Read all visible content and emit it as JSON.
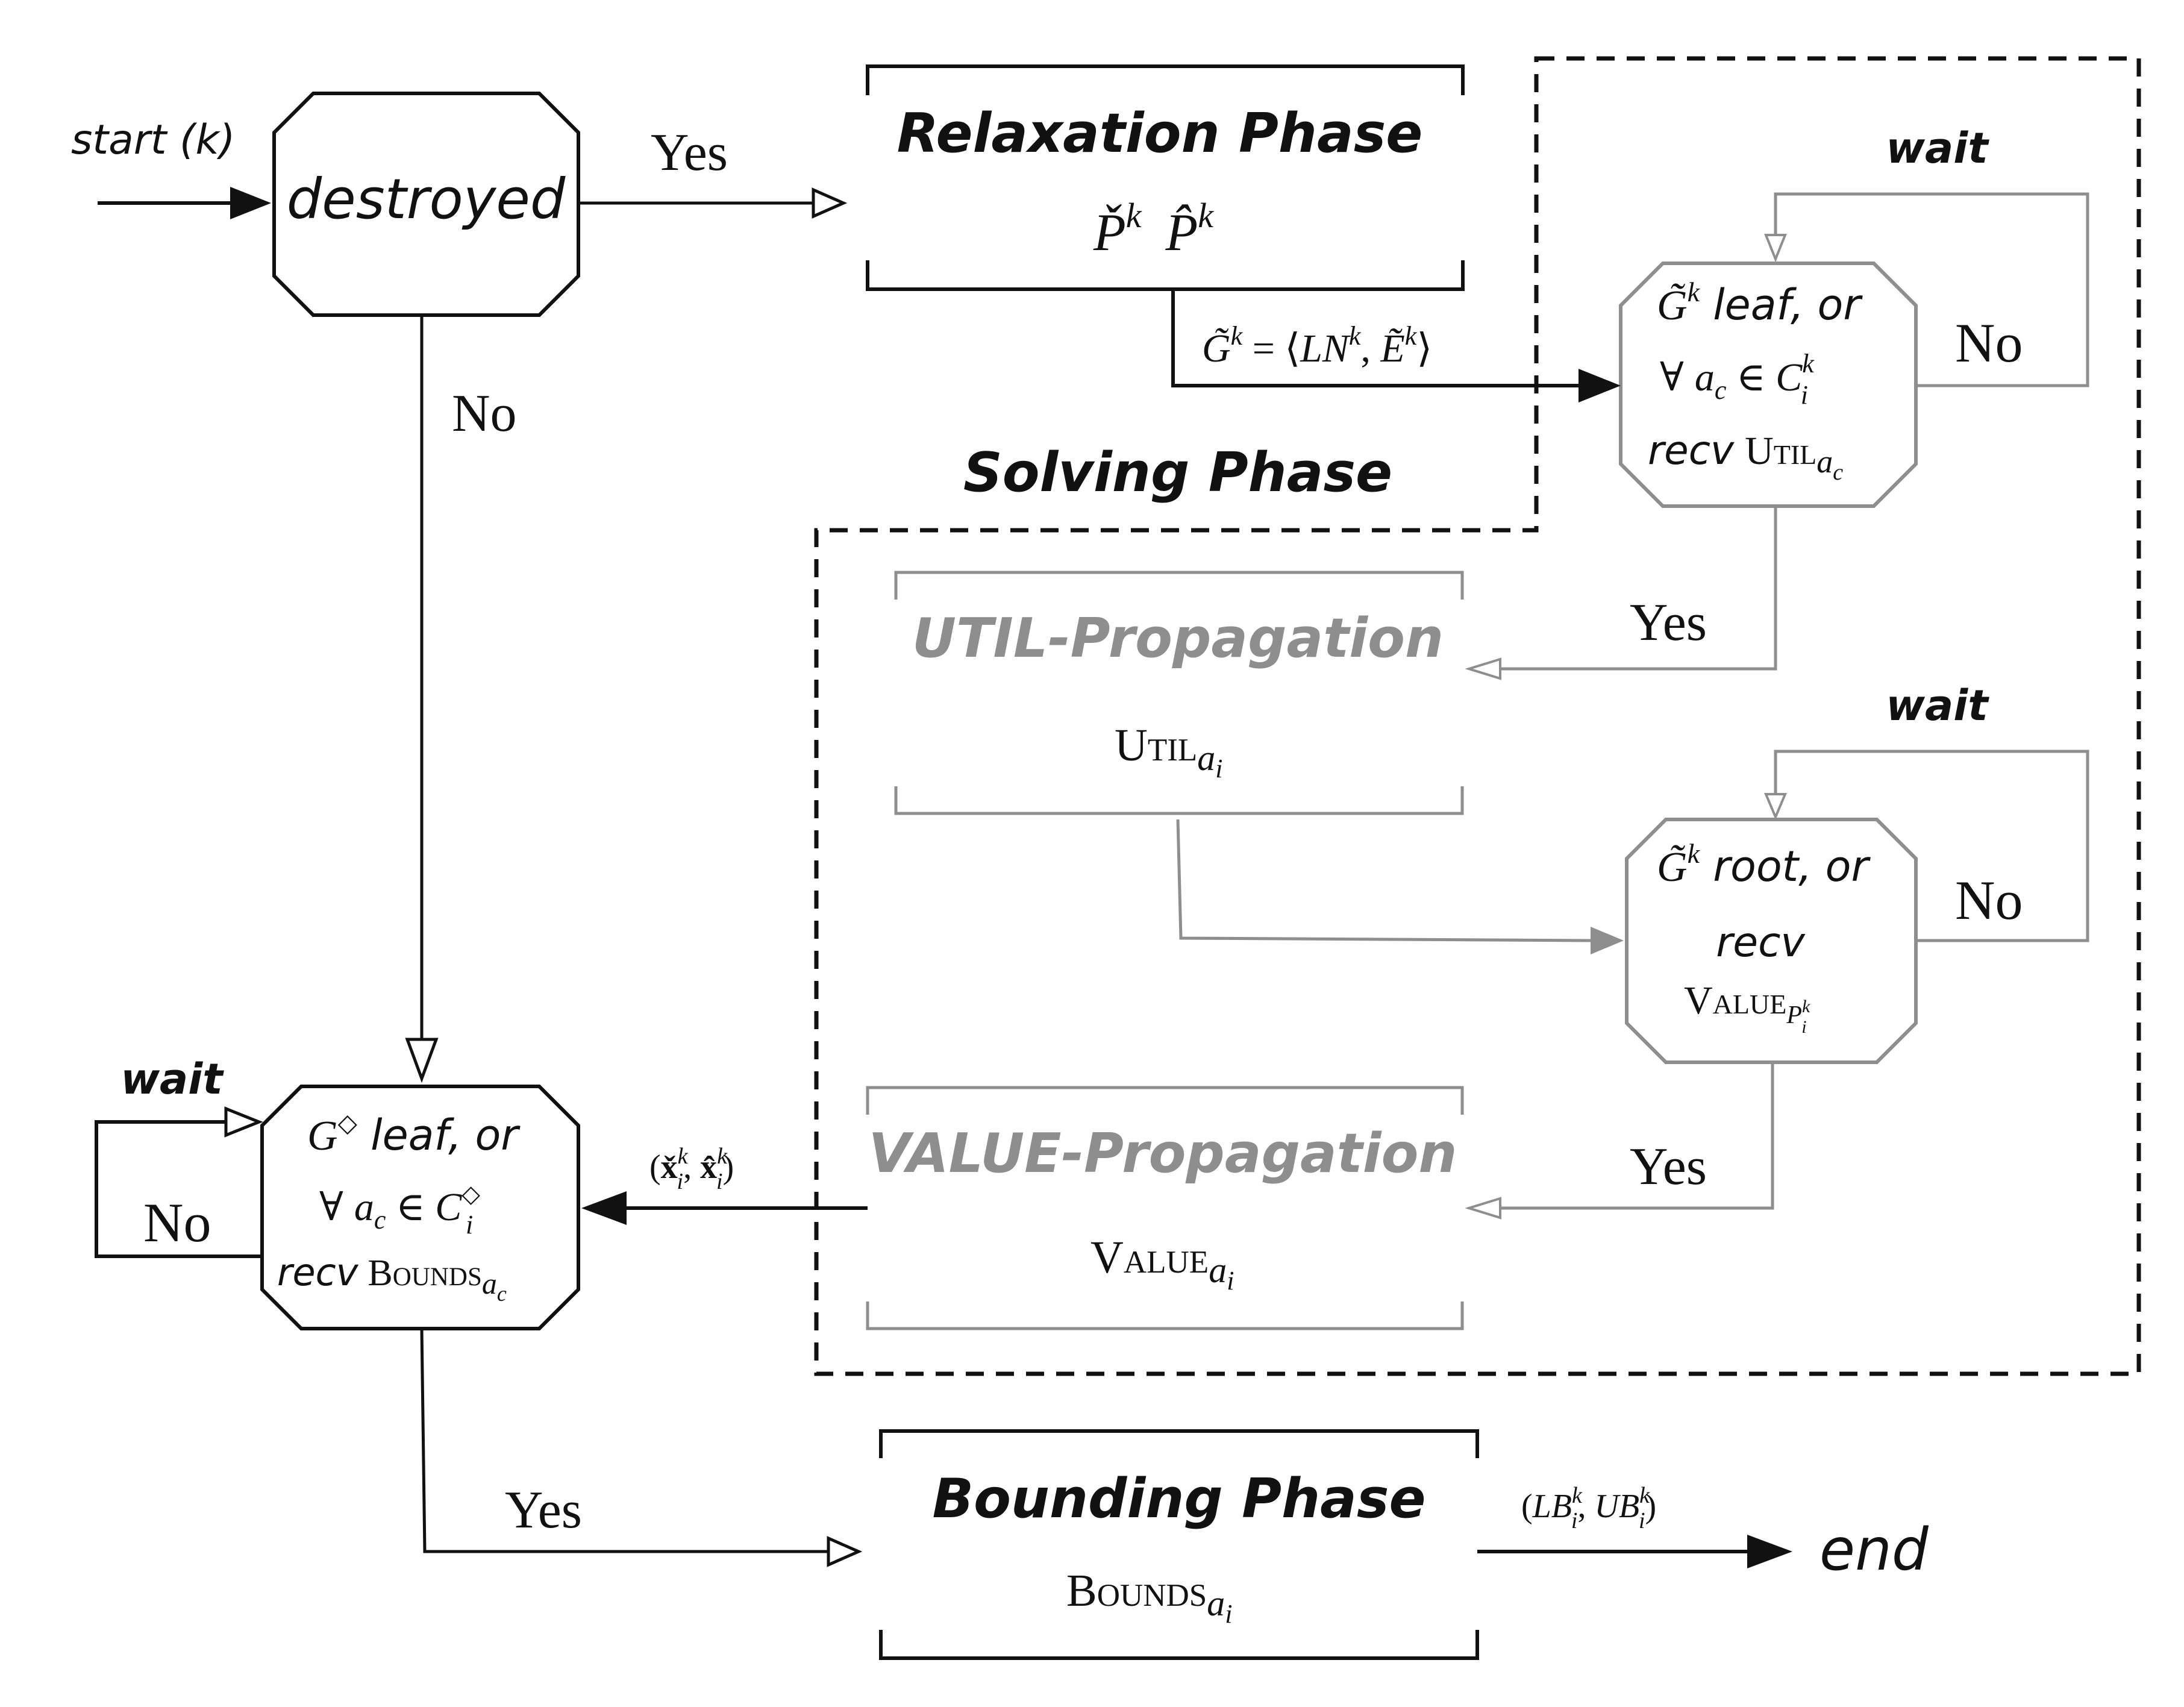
{
  "nodes": {
    "start": {
      "label": "start (k)"
    },
    "destroyed": {
      "label": "destroyed"
    },
    "relaxation": {
      "title": "Relaxation Phase",
      "sym1": "P̌",
      "sym2": "P̂",
      "sup": "k"
    },
    "leaf_check": {
      "g": "G̃",
      "sup_k": "k",
      "line1": " leaf, or",
      "forall": "∀",
      "a": "a",
      "c_sub": "c",
      "in": " ∈ ",
      "C": "C",
      "i_sub": "i",
      "recv": "recv",
      "util": "Util",
      "ac_sub": "c"
    },
    "solving_phase": {
      "title": "Solving Phase"
    },
    "util_prop": {
      "title": "UTIL-Propagation",
      "msg": "Util",
      "sub_a": "a",
      "sub_i": "i"
    },
    "root_check": {
      "g": "G̃",
      "sup_k": "k",
      "line1": "  root, or",
      "recv": "recv",
      "value": "Value",
      "sub_P": "P",
      "sub_sup_k": "k",
      "sub_sub_i": "i"
    },
    "value_prop": {
      "title": "VALUE-Propagation",
      "msg": "Value",
      "sub_a": "a",
      "sub_i": "i"
    },
    "bounds_check": {
      "g": "G",
      "sup_diamond": "◇",
      "line1": "  leaf, or",
      "forall": "∀",
      "a": "a",
      "c_sub": "c",
      "in": " ∈ ",
      "C": "C",
      "i_sub": "i",
      "recv": "recv",
      "bounds": "Bounds",
      "ac_sub": "c"
    },
    "bounding": {
      "title": "Bounding Phase",
      "msg": "Bounds",
      "sub_a": "a",
      "sub_i": "i"
    },
    "end": {
      "label": "end"
    }
  },
  "edges": {
    "destroyed_yes": "Yes",
    "destroyed_no": "No",
    "relax_to_leaf": {
      "g": "G̃",
      "k": "k",
      "eq": " = ⟨",
      "LN": "LN",
      "comma": ", ",
      "E": "Ẽ",
      "close": "⟩"
    },
    "leaf_wait": "wait",
    "leaf_no": "No",
    "leaf_yes": "Yes",
    "root_wait": "wait",
    "root_no": "No",
    "root_yes": "Yes",
    "value_to_bounds": {
      "open": "(",
      "x1": "x̌",
      "comma": ", ",
      "x2": "x̂",
      "close": ")",
      "k": "k",
      "i": "i"
    },
    "bounds_wait": "wait",
    "bounds_no": "No",
    "bounds_yes": "Yes",
    "bounding_out": {
      "open": "(",
      "LB": "LB",
      "comma": ", ",
      "UB": "UB",
      "close": ")",
      "k": "k",
      "i": "i"
    }
  },
  "colors": {
    "active": "#111111",
    "inactive": "#8e8e8e"
  }
}
